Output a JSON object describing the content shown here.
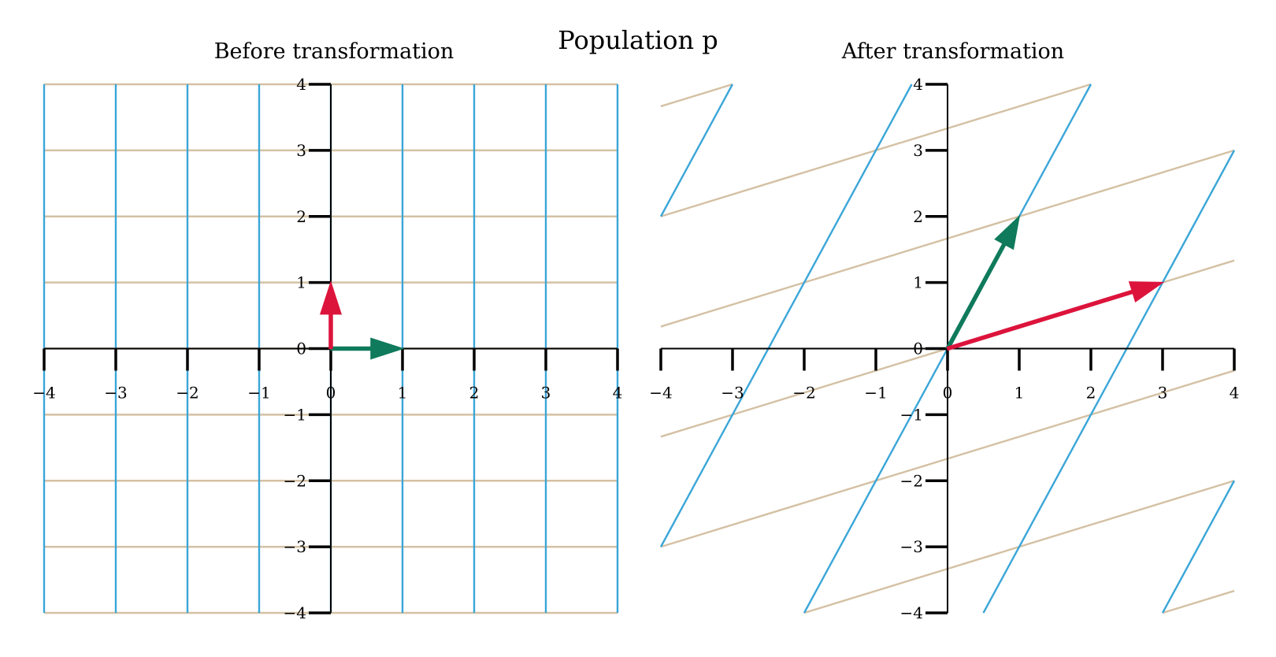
{
  "chart_data": [
    {
      "type": "line",
      "title": "Before transformation",
      "matrix": [
        [
          1,
          0
        ],
        [
          0,
          1
        ]
      ],
      "xlim": [
        -4,
        4
      ],
      "ylim": [
        -4,
        4
      ],
      "xticks": [
        "−4",
        "−3",
        "−2",
        "−1",
        "0",
        "1",
        "2",
        "3",
        "4"
      ],
      "yticks": [
        "4",
        "3",
        "2",
        "1",
        "0",
        "−1",
        "−2",
        "−3",
        "−4"
      ],
      "grid_lines": {
        "vertical_family_color": "#3aa6d8",
        "horizontal_family_color": "#d4c1a4",
        "offsets": [
          -4,
          -3,
          -2,
          -1,
          0,
          1,
          2,
          3,
          4
        ]
      },
      "vectors": [
        {
          "to": [
            1,
            0
          ],
          "color": "#0f7a5c"
        },
        {
          "to": [
            0,
            1
          ],
          "color": "#dc143c"
        }
      ]
    },
    {
      "type": "line",
      "title": "After transformation",
      "matrix": [
        [
          3,
          1
        ],
        [
          1,
          2
        ]
      ],
      "xlim": [
        -4,
        4
      ],
      "ylim": [
        -4,
        4
      ],
      "xticks": [
        "−4",
        "−3",
        "−2",
        "−1",
        "0",
        "1",
        "2",
        "3",
        "4"
      ],
      "yticks": [
        "4",
        "3",
        "2",
        "1",
        "0",
        "−1",
        "−2",
        "−3",
        "−4"
      ],
      "grid_lines": {
        "vertical_family_color": "#3aa6d8",
        "horizontal_family_color": "#d4c1a4",
        "offsets": [
          -4,
          -3,
          -2,
          -1,
          0,
          1,
          2,
          3,
          4
        ]
      },
      "vectors": [
        {
          "to": [
            1,
            2
          ],
          "color": "#0f7a5c"
        },
        {
          "to": [
            3,
            1
          ],
          "color": "#dc143c"
        }
      ]
    }
  ],
  "figure": {
    "suptitle": "Population p",
    "colors": {
      "blue_grid": "#3aa6d8",
      "tan_grid": "#d4c1a4",
      "green_vector": "#0f7a5c",
      "red_vector": "#dc143c",
      "axis": "#000000"
    }
  }
}
